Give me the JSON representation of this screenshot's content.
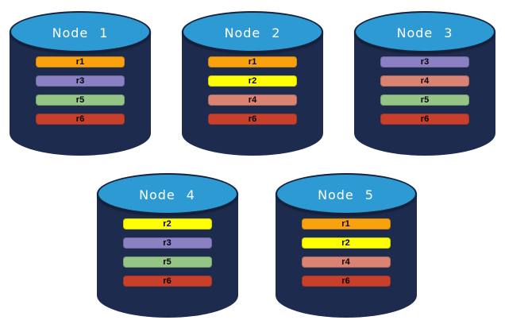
{
  "diagram": {
    "background": "#ffffff",
    "cylinder_body_color": "#1d2c4e",
    "cylinder_top_color": "#2e9ad3",
    "cylinder_outline_color": "#17223f",
    "replica_colors": {
      "r1": "#faa10e",
      "r2": "#feff00",
      "r3": "#8b80c3",
      "r4": "#db8372",
      "r5": "#95c585",
      "r6": "#c8402b"
    },
    "nodes": [
      {
        "label": "Node 1",
        "replicas": [
          "r1",
          "r3",
          "r5",
          "r6"
        ]
      },
      {
        "label": "Node 2",
        "replicas": [
          "r1",
          "r2",
          "r4",
          "r6"
        ]
      },
      {
        "label": "Node 3",
        "replicas": [
          "r3",
          "r4",
          "r5",
          "r6"
        ]
      },
      {
        "label": "Node 4",
        "replicas": [
          "r2",
          "r3",
          "r5",
          "r6"
        ]
      },
      {
        "label": "Node 5",
        "replicas": [
          "r1",
          "r2",
          "r4",
          "r6"
        ]
      }
    ]
  }
}
